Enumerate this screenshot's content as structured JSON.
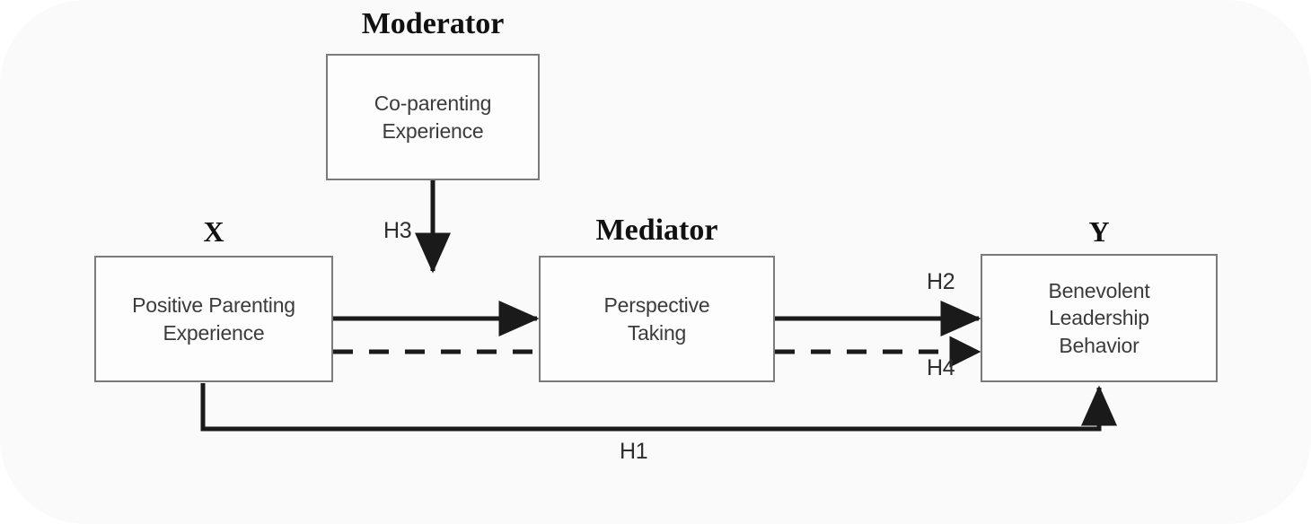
{
  "diagram": {
    "title_colors": {
      "box_border": "#7a7a7a",
      "box_fill": "#fdfdfd",
      "arrow": "#1a1a1a",
      "text": "#3b3b3b",
      "panel_background": "#fafafa",
      "page_background": "#ffffff"
    },
    "role_labels": {
      "moderator": "Moderator",
      "x": "X",
      "mediator": "Mediator",
      "y": "Y"
    },
    "nodes": {
      "moderator": "Co-parenting\nExperience",
      "x": "Positive Parenting\nExperience",
      "mediator": "Perspective\nTaking",
      "y": "Benevolent\nLeadership\nBehavior"
    },
    "hypotheses": {
      "h1": "H1",
      "h2": "H2",
      "h3": "H3",
      "h4": "H4"
    },
    "paths": [
      {
        "id": "x-to-mediator-solid",
        "label": "",
        "style": "solid",
        "from": "x",
        "to": "mediator"
      },
      {
        "id": "x-to-y-dashed",
        "label": "H4",
        "style": "dashed",
        "from": "x",
        "to": "y"
      },
      {
        "id": "mediator-to-y-solid",
        "label": "H2",
        "style": "solid",
        "from": "mediator",
        "to": "y"
      },
      {
        "id": "moderator-to-path",
        "label": "H3",
        "style": "solid",
        "from": "moderator",
        "to": "x-to-mediator-path"
      },
      {
        "id": "x-to-y-direct",
        "label": "H1",
        "style": "solid",
        "from": "x",
        "to": "y"
      }
    ]
  }
}
